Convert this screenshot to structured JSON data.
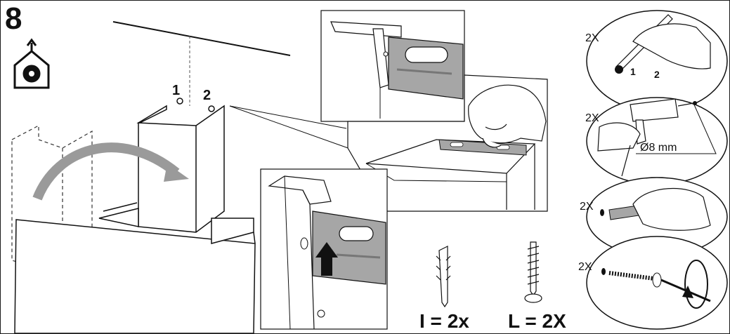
{
  "step": {
    "number": "8"
  },
  "labels": {
    "hole_1": "1",
    "hole_2": "2",
    "mark_1": "1",
    "mark_2": "2",
    "qty_mark": "2X",
    "qty_drill": "2X",
    "qty_plug": "2X",
    "qty_screw": "2X",
    "drill_size": "Ø8 mm",
    "plug_count": "I = 2x",
    "screw_count": "L = 2X"
  },
  "icons": [
    "house-fan-icon",
    "pencil-icon",
    "drill-icon",
    "wall-plug-icon",
    "screw-icon",
    "rotate-arrow-icon",
    "push-up-arrow-icon"
  ],
  "colors": {
    "line": "#1a1a1a",
    "bracket": "#a6a6a6",
    "arrow": "#9a9a9a"
  }
}
